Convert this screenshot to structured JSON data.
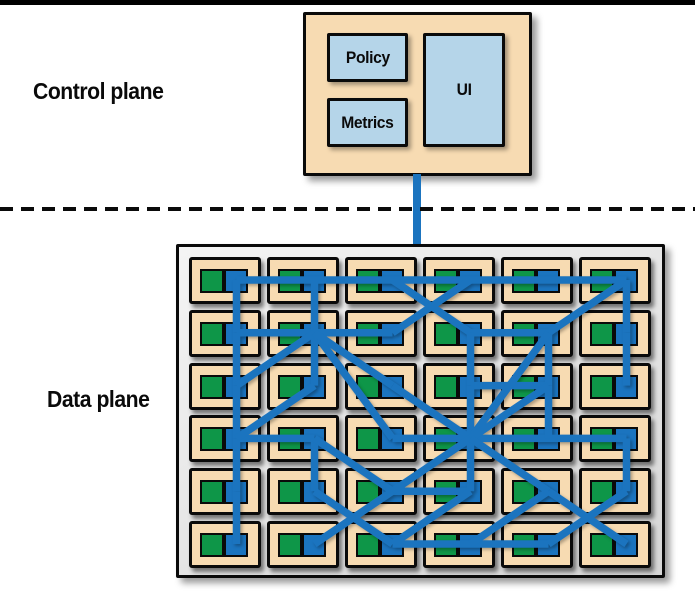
{
  "colors": {
    "line_blue": "#1B74BF",
    "node_blue": "#1B74BF",
    "service_green": "#0E9648",
    "box_tan": "#F7DBB2",
    "component_blue": "#B5D5E9",
    "border_black": "#0a0a0a",
    "grid_gray": "#e4e4e4"
  },
  "control_plane": {
    "label": "Control plane",
    "components": [
      {
        "name": "Policy"
      },
      {
        "name": "Metrics"
      },
      {
        "name": "UI"
      }
    ]
  },
  "divider": {
    "style": "dashed"
  },
  "data_plane": {
    "label": "Data plane",
    "grid": {
      "rows": 6,
      "cols": 6
    },
    "links": [
      [
        1,
        1,
        1,
        2
      ],
      [
        1,
        2,
        1,
        3
      ],
      [
        1,
        3,
        1,
        4
      ],
      [
        1,
        4,
        1,
        5
      ],
      [
        1,
        5,
        1,
        6
      ],
      [
        2,
        1,
        2,
        2
      ],
      [
        2,
        2,
        2,
        3
      ],
      [
        2,
        4,
        2,
        5
      ],
      [
        3,
        4,
        3,
        5
      ],
      [
        4,
        1,
        4,
        2
      ],
      [
        4,
        3,
        4,
        4
      ],
      [
        4,
        4,
        4,
        5
      ],
      [
        4,
        5,
        4,
        6
      ],
      [
        5,
        3,
        5,
        4
      ],
      [
        6,
        3,
        6,
        4
      ],
      [
        6,
        4,
        6,
        5
      ],
      [
        1,
        1,
        2,
        1
      ],
      [
        2,
        1,
        3,
        1
      ],
      [
        3,
        1,
        4,
        1
      ],
      [
        4,
        1,
        5,
        1
      ],
      [
        5,
        1,
        6,
        1
      ],
      [
        1,
        2,
        2,
        2
      ],
      [
        2,
        2,
        3,
        2
      ],
      [
        4,
        2,
        5,
        2
      ],
      [
        2,
        4,
        3,
        4
      ],
      [
        3,
        4,
        4,
        4
      ],
      [
        4,
        4,
        5,
        4
      ],
      [
        2,
        5,
        3,
        5
      ],
      [
        3,
        5,
        4,
        5
      ],
      [
        1,
        6,
        2,
        6
      ],
      [
        2,
        6,
        3,
        6
      ],
      [
        4,
        6,
        5,
        6
      ],
      [
        2,
        2,
        3,
        1
      ],
      [
        3,
        2,
        4,
        1
      ],
      [
        2,
        2,
        4,
        3
      ],
      [
        2,
        2,
        3,
        3
      ],
      [
        3,
        3,
        4,
        4
      ],
      [
        1,
        3,
        2,
        4
      ],
      [
        1,
        4,
        2,
        3
      ],
      [
        1,
        6,
        2,
        5
      ],
      [
        2,
        5,
        4,
        4
      ],
      [
        4,
        4,
        3,
        5
      ],
      [
        4,
        4,
        5,
        3
      ],
      [
        4,
        2,
        5,
        3
      ],
      [
        4,
        4,
        5,
        5
      ],
      [
        5,
        5,
        6,
        6
      ],
      [
        5,
        5,
        6,
        4
      ],
      [
        5,
        6,
        6,
        5
      ],
      [
        5,
        2,
        6,
        3
      ],
      [
        5,
        3,
        6,
        2
      ],
      [
        5,
        4,
        6,
        3
      ]
    ]
  }
}
